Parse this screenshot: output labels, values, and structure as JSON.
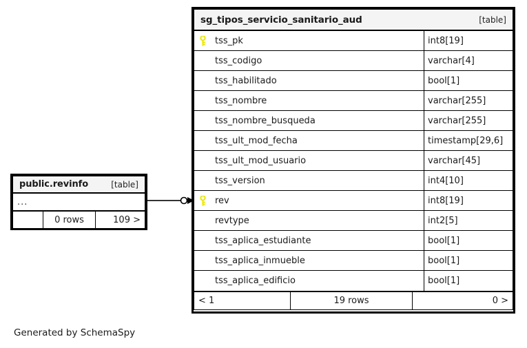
{
  "diagram": {
    "credit": "Generated by SchemaSpy",
    "key_color": "#e8e800",
    "header_background": "#f4f4f4",
    "border_color": "#000000"
  },
  "main_table": {
    "title": "sg_tipos_servicio_sanitario_aud",
    "kind": "[table]",
    "columns": [
      {
        "name": "tss_pk",
        "type": "int8[19]",
        "primary_key": true,
        "key_icon": "key-icon"
      },
      {
        "name": "tss_codigo",
        "type": "varchar[4]",
        "primary_key": false,
        "key_icon": ""
      },
      {
        "name": "tss_habilitado",
        "type": "bool[1]",
        "primary_key": false,
        "key_icon": ""
      },
      {
        "name": "tss_nombre",
        "type": "varchar[255]",
        "primary_key": false,
        "key_icon": ""
      },
      {
        "name": "tss_nombre_busqueda",
        "type": "varchar[255]",
        "primary_key": false,
        "key_icon": ""
      },
      {
        "name": "tss_ult_mod_fecha",
        "type": "timestamp[29,6]",
        "primary_key": false,
        "key_icon": ""
      },
      {
        "name": "tss_ult_mod_usuario",
        "type": "varchar[45]",
        "primary_key": false,
        "key_icon": ""
      },
      {
        "name": "tss_version",
        "type": "int4[10]",
        "primary_key": false,
        "key_icon": ""
      },
      {
        "name": "rev",
        "type": "int8[19]",
        "primary_key": true,
        "key_icon": "key-icon"
      },
      {
        "name": "revtype",
        "type": "int2[5]",
        "primary_key": false,
        "key_icon": ""
      },
      {
        "name": "tss_aplica_estudiante",
        "type": "bool[1]",
        "primary_key": false,
        "key_icon": ""
      },
      {
        "name": "tss_aplica_inmueble",
        "type": "bool[1]",
        "primary_key": false,
        "key_icon": ""
      },
      {
        "name": "tss_aplica_edificio",
        "type": "bool[1]",
        "primary_key": false,
        "key_icon": ""
      }
    ],
    "footer": {
      "left": "< 1",
      "center": "19 rows",
      "right": "0 >"
    }
  },
  "rev_table": {
    "title": "public.revinfo",
    "kind": "[table]",
    "ellipsis": "...",
    "footer": {
      "left": "",
      "center": "0 rows",
      "right": "109 >"
    }
  },
  "relationship": {
    "from": "public.revinfo",
    "to": "sg_tipos_servicio_sanitario_aud",
    "to_column": "rev",
    "source_marker": "circle-zero-marker",
    "target_marker": "arrow-marker"
  }
}
